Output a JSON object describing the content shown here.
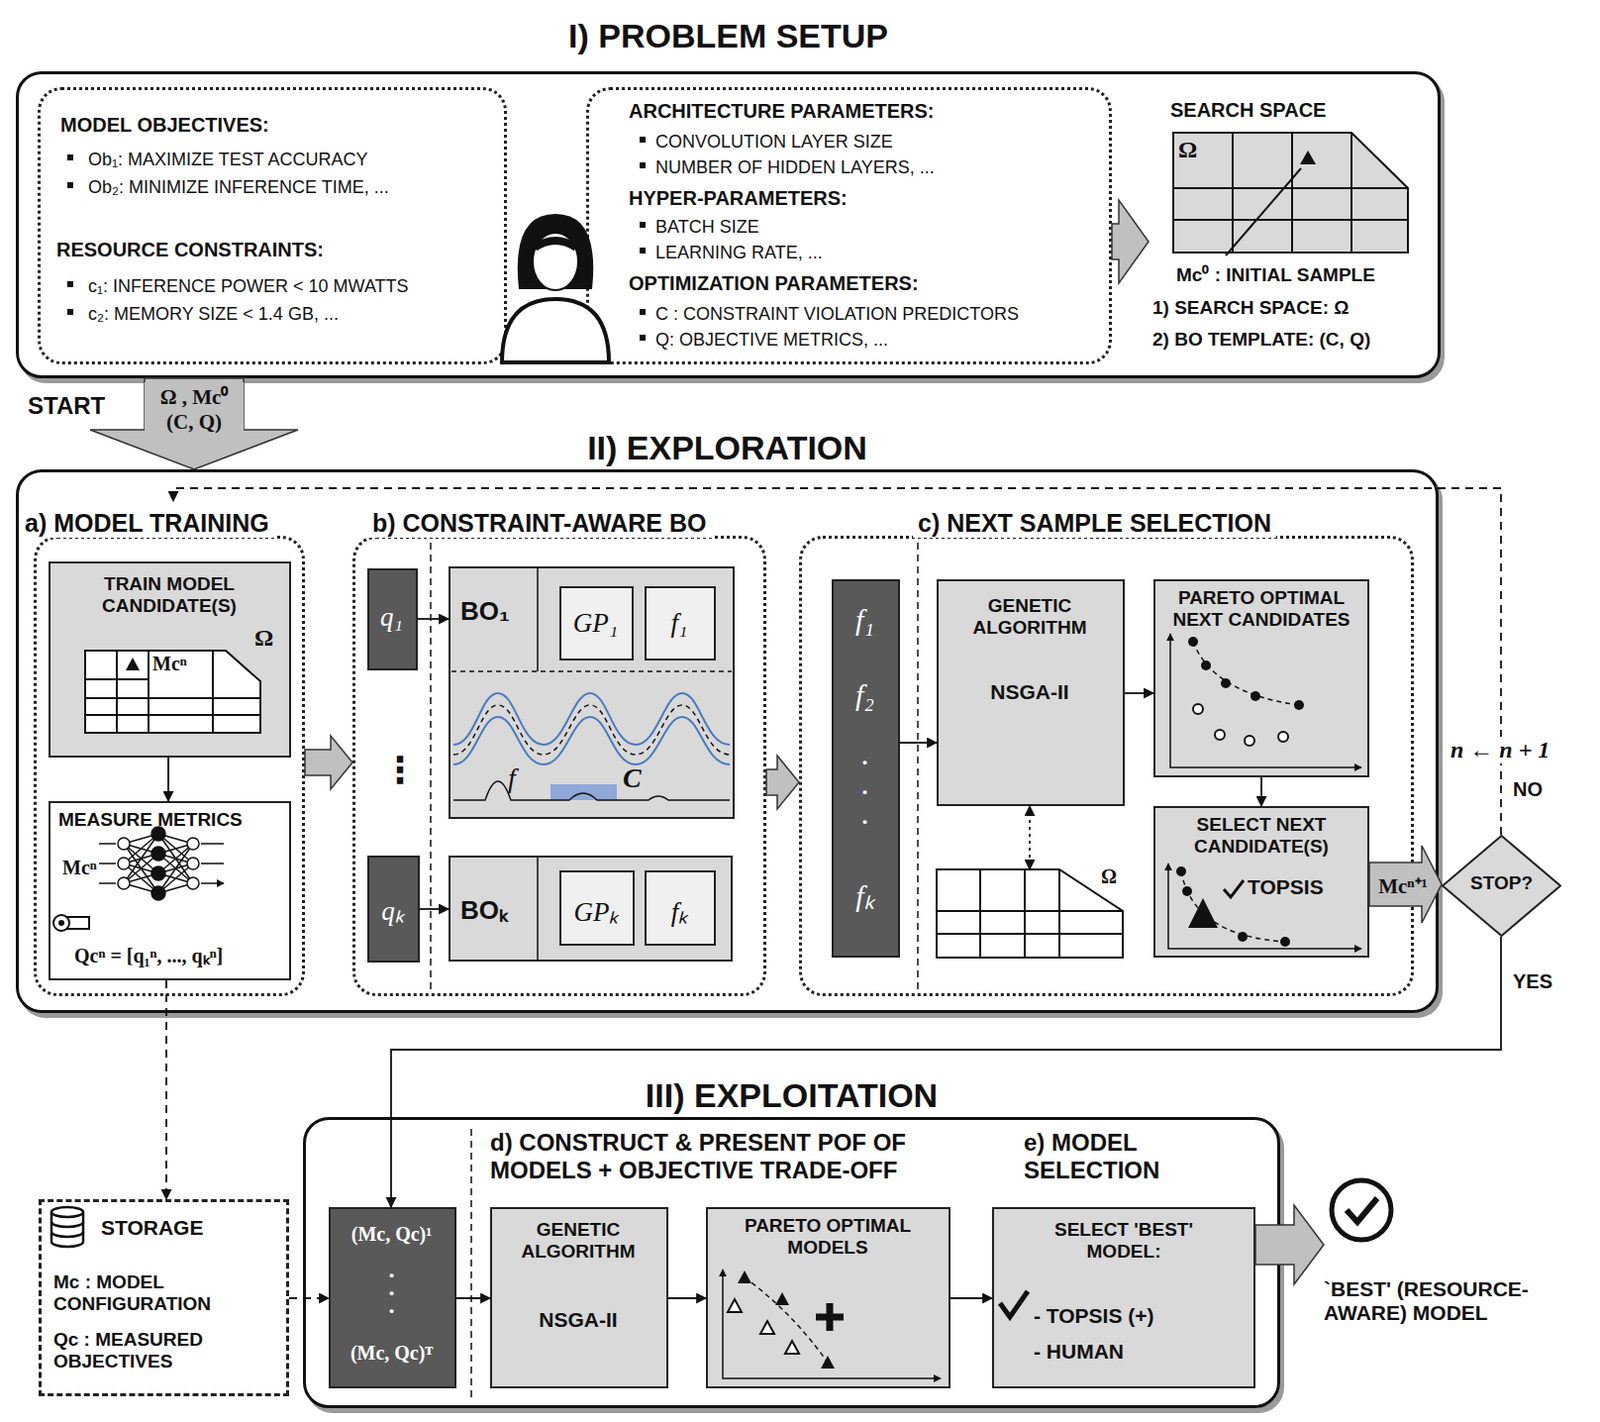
{
  "diagram": {
    "nodes": [
      {
        "text": [
          "I) PROBLEM SETUP"
        ]
      },
      {
        "text": [
          "MODEL OBJECTIVES:",
          "Ob₁: MAXIMIZE TEST ACCURACY",
          "Ob₂: MINIMIZE INFERENCE TIME, ...",
          "RESOURCE CONSTRAINTS:",
          "c₁: INFERENCE POWER < 10 MWATTS",
          "c₂: MEMORY SIZE < 1.4 GB, ..."
        ],
        "in": 0
      },
      {
        "text": [
          "ARCHITECTURE PARAMETERS:",
          "CONVOLUTION LAYER SIZE",
          "NUMBER OF HIDDEN LAYERS, ...",
          "HYPER-PARAMETERS:",
          "BATCH SIZE",
          "LEARNING RATE, ...",
          "OPTIMIZATION PARAMETERS:",
          "C : CONSTRAINT VIOLATION PREDICTORS",
          "Q: OBJECTIVE METRICS, ..."
        ],
        "in": 0
      },
      {
        "text": [
          "SEARCH SPACE",
          "Ω",
          "Mc⁰ : INITIAL SAMPLE",
          "1) SEARCH SPACE: Ω",
          "2) BO TEMPLATE: (C, Q)"
        ],
        "in": 0
      },
      {
        "text": [
          "II) EXPLORATION"
        ]
      },
      {
        "text": [
          "a) MODEL TRAINING"
        ],
        "in": 4
      },
      {
        "text": [
          "TRAIN MODEL CANDIDATE(S)",
          "Mcⁿ",
          "Ω"
        ],
        "in": 5
      },
      {
        "text": [
          "MEASURE METRICS",
          "Mcⁿ",
          "Qcⁿ = [q₁ⁿ, ..., qₖⁿ]"
        ],
        "in": 5
      },
      {
        "text": [
          "b) CONSTRAINT-AWARE BO"
        ],
        "in": 4
      },
      {
        "text": [
          "q₁"
        ],
        "in": 8
      },
      {
        "text": [
          "BO₁",
          "f",
          "C"
        ],
        "in": 8
      },
      {
        "text": [
          "GP₁"
        ],
        "in": 10
      },
      {
        "text": [
          "f₁"
        ],
        "in": 10
      },
      {
        "text": [
          "qₖ"
        ],
        "in": 8
      },
      {
        "text": [
          "BOₖ"
        ],
        "in": 8
      },
      {
        "text": [
          "GPₖ"
        ],
        "in": 14
      },
      {
        "text": [
          "fₖ"
        ],
        "in": 14
      },
      {
        "text": [
          "c) NEXT SAMPLE SELECTION"
        ],
        "in": 4
      },
      {
        "text": [
          "f₁",
          "f₂",
          ".",
          ".",
          ".",
          "fₖ"
        ],
        "in": 17
      },
      {
        "text": [
          "GENETIC ALGORITHM",
          "NSGA-II"
        ],
        "in": 17
      },
      {
        "text": [
          "PARETO OPTIMAL NEXT CANDIDATES"
        ],
        "in": 17
      },
      {
        "text": [
          "Ω"
        ],
        "in": 17
      },
      {
        "text": [
          "SELECT NEXT CANDIDATE(S)",
          "TOPSIS"
        ],
        "in": 17
      },
      {
        "text": [
          "STOP?"
        ]
      },
      {
        "text": [
          "III) EXPLOITATION"
        ]
      },
      {
        "text": [
          "(Mc, Qc)¹",
          ".",
          ".",
          ".",
          "(Mc, Qc)ᵀ"
        ],
        "in": 24
      },
      {
        "text": [
          "GENETIC ALGORITHM",
          "NSGA-II"
        ],
        "in": 24
      },
      {
        "text": [
          "PARETO OPTIMAL MODELS"
        ],
        "in": 24
      },
      {
        "text": [
          "SELECT 'BEST' MODEL:",
          "- TOPSIS (+)",
          "- HUMAN"
        ],
        "in": 24
      },
      {
        "text": [
          "`BEST' (RESOURCE-AWARE) MODEL"
        ]
      },
      {
        "text": [
          "STORAGE",
          "Mc : MODEL CONFIGURATION",
          "Qc : MEASURED OBJECTIVES"
        ]
      }
    ],
    "edges": [
      {
        "from": 0,
        "to": 4,
        "arrow": "to",
        "label": "Ω , Mc⁰ (C, Q)"
      },
      {
        "from": 2,
        "to": 3,
        "arrow": "to"
      },
      {
        "from": 6,
        "to": 7,
        "arrow": "to"
      },
      {
        "from": 5,
        "to": 8,
        "arrow": "to"
      },
      {
        "from": 9,
        "to": 10,
        "arrow": "to"
      },
      {
        "from": 13,
        "to": 14,
        "arrow": "to"
      },
      {
        "from": 8,
        "to": 17,
        "arrow": "to"
      },
      {
        "from": 18,
        "to": 19,
        "arrow": "to"
      },
      {
        "from": 19,
        "to": 20,
        "arrow": "to"
      },
      {
        "from": 20,
        "to": 22,
        "arrow": "to"
      },
      {
        "from": 19,
        "to": 21,
        "arrow": "both"
      },
      {
        "from": 22,
        "to": 23,
        "arrow": "to",
        "label": "Mcⁿ⁺¹"
      },
      {
        "from": 23,
        "to": 5,
        "arrow": "to",
        "label": "NO"
      },
      {
        "from": 23,
        "to": 25,
        "arrow": "to",
        "label": "YES"
      },
      {
        "from": 7,
        "to": 30,
        "arrow": "to"
      },
      {
        "from": 30,
        "to": 25,
        "arrow": "to"
      },
      {
        "from": 25,
        "to": 26,
        "arrow": "to"
      },
      {
        "from": 26,
        "to": 27,
        "arrow": "to"
      },
      {
        "from": 27,
        "to": 28,
        "arrow": "to"
      },
      {
        "from": 28,
        "to": 29,
        "arrow": "to"
      }
    ],
    "labels": [
      "START",
      "⋮",
      "n ← n + 1",
      "d) CONSTRUCT & PRESENT POF OF MODELS + OBJECTIVE TRADE-OFF",
      "e) MODEL SELECTION"
    ]
  }
}
